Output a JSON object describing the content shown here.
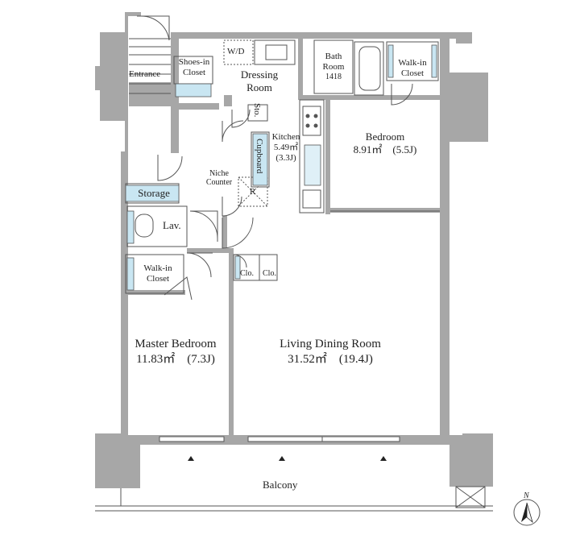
{
  "rooms": {
    "entrance": "Entrance",
    "shoes_closet_l1": "Shoes-in",
    "shoes_closet_l2": "Closet",
    "wd": "W/D",
    "dressing_l1": "Dressing",
    "dressing_l2": "Room",
    "bath_l1": "Bath",
    "bath_l2": "Room",
    "bath_size": "1418",
    "walkin_l1": "Walk-in",
    "walkin_l2": "Closet",
    "storage_sto": "Sto.",
    "kitchen": "Kitchen",
    "kitchen_area": "5.49㎡",
    "kitchen_j": "(3.3J)",
    "cupboard": "Cupboard",
    "niche_l1": "Niche",
    "niche_l2": "Counter",
    "refrigerator": "R",
    "bedroom": "Bedroom",
    "bedroom_area": "8.91㎡　(5.5J)",
    "storage": "Storage",
    "lav": "Lav.",
    "walkin2_l1": "Walk-in",
    "walkin2_l2": "Closet",
    "clo1": "Clo.",
    "clo2": "Clo.",
    "master": "Master Bedroom",
    "master_area": "11.83㎡　(7.3J)",
    "ldk": "Living Dining Room",
    "ldk_area": "31.52㎡　(19.4J)",
    "balcony": "Balcony",
    "north": "N"
  },
  "colors": {
    "wall": "#a7a7a7",
    "wall_dark": "#8f8f8f",
    "fixture_fill": "#c9e6f2",
    "line": "#555555"
  }
}
